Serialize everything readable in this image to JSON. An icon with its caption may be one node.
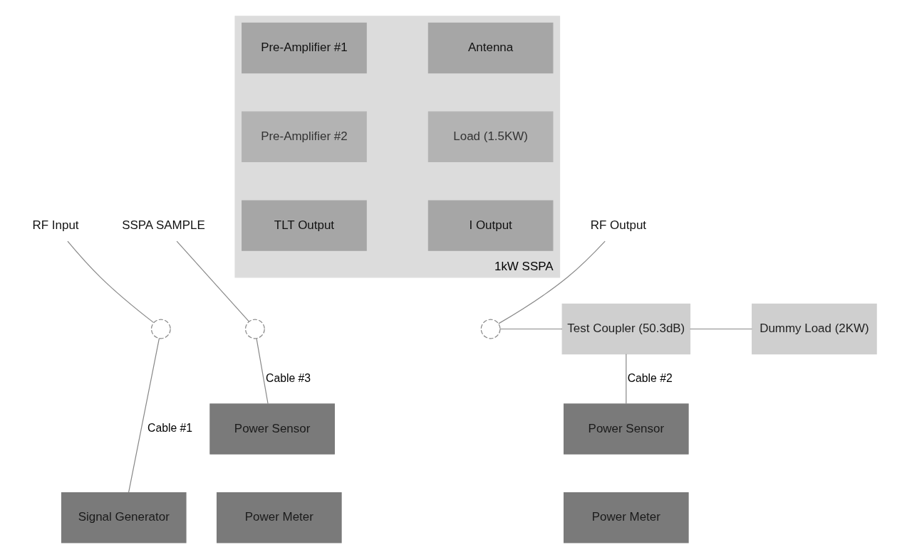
{
  "diagram": {
    "nodes": [
      {
        "text": [
          "1kW SSPA"
        ]
      },
      {
        "text": [
          "Pre-Amplifier #1"
        ],
        "in": 0
      },
      {
        "text": [
          "Antenna"
        ],
        "in": 0
      },
      {
        "text": [
          "Pre-Amplifier #2"
        ],
        "in": 0
      },
      {
        "text": [
          "Load (1.5KW)"
        ],
        "in": 0
      },
      {
        "text": [
          "TLT Output"
        ],
        "in": 0
      },
      {
        "text": [
          "I Output"
        ],
        "in": 0
      },
      {
        "text": [
          "RF Input"
        ]
      },
      {
        "text": [
          "RF Output"
        ]
      },
      {
        "text": [],
        "shape": "circle"
      },
      {
        "text": [],
        "shape": "circle"
      },
      {
        "text": [
          "Test Coupler (50.3dB)"
        ]
      },
      {
        "text": [
          "Dummy Load (2KW)"
        ]
      },
      {
        "text": [],
        "shape": "circle"
      },
      {
        "text": [
          "SSPA SAMPLE"
        ]
      },
      {
        "text": [
          "Power Sensor"
        ]
      },
      {
        "text": [
          "Power Sensor"
        ]
      },
      {
        "text": [
          "Signal Generator"
        ]
      },
      {
        "text": [
          "Power Meter"
        ]
      },
      {
        "text": [
          "Power Meter"
        ]
      }
    ],
    "edges": [
      {
        "from": 7,
        "to": 9,
        "arrow": "none"
      },
      {
        "from": 8,
        "to": 13,
        "arrow": "none"
      },
      {
        "from": 9,
        "to": 17,
        "arrow": "none",
        "label": "Cable #1"
      },
      {
        "from": 13,
        "to": 11,
        "arrow": "none"
      },
      {
        "from": 11,
        "to": 12,
        "arrow": "none"
      },
      {
        "from": 14,
        "to": 10,
        "arrow": "none"
      },
      {
        "from": 10,
        "to": 15,
        "arrow": "none",
        "label": "Cable #3"
      },
      {
        "from": 11,
        "to": 16,
        "arrow": "none",
        "label": "Cable #2"
      }
    ]
  }
}
